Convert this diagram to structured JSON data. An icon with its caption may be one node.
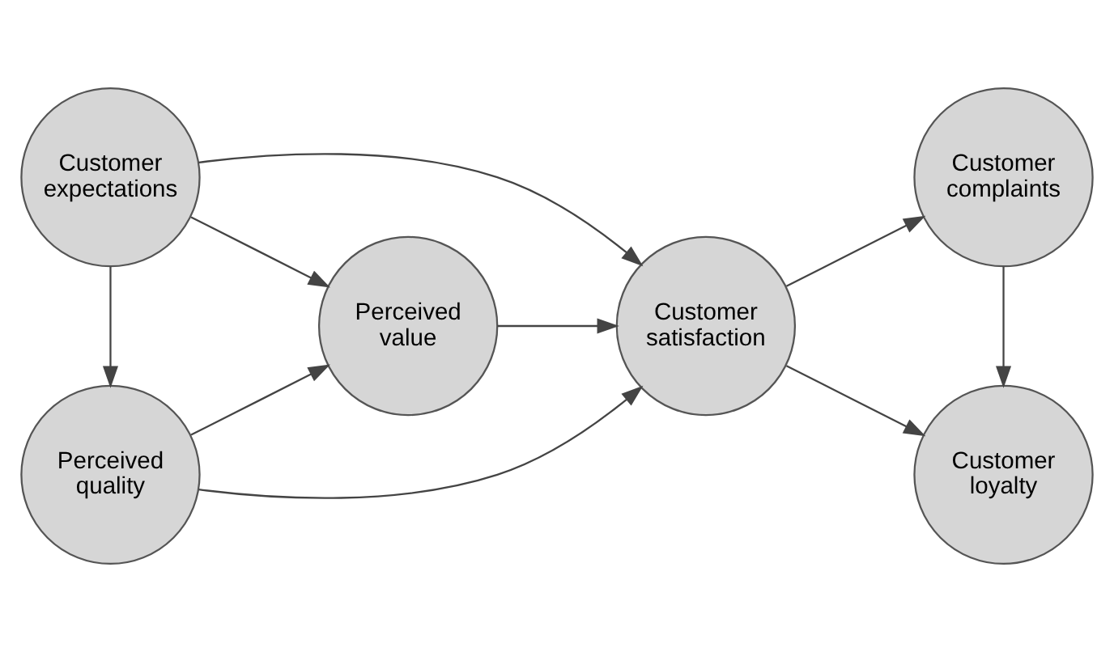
{
  "diagram": {
    "nodes": [
      {
        "text": [
          "Perceived quality"
        ]
      },
      {
        "text": [
          "Perceived value"
        ]
      },
      {
        "text": [
          "Customer satisfaction"
        ]
      },
      {
        "text": [
          "Customer complaints"
        ]
      },
      {
        "text": [
          "Customer loyalty"
        ]
      },
      {
        "text": [
          "Customer expectations"
        ]
      }
    ],
    "edges": [
      {
        "from": 5,
        "to": 0,
        "arrow": "to"
      },
      {
        "from": 0,
        "to": 1,
        "arrow": "to"
      },
      {
        "from": 0,
        "to": 2,
        "arrow": "to"
      },
      {
        "from": 5,
        "to": 1,
        "arrow": "to"
      },
      {
        "from": 5,
        "to": 2,
        "arrow": "to"
      },
      {
        "from": 1,
        "to": 2,
        "arrow": "to"
      },
      {
        "from": 2,
        "to": 3,
        "arrow": "to"
      },
      {
        "from": 2,
        "to": 4,
        "arrow": "to"
      },
      {
        "from": 3,
        "to": 4,
        "arrow": "to"
      }
    ]
  }
}
